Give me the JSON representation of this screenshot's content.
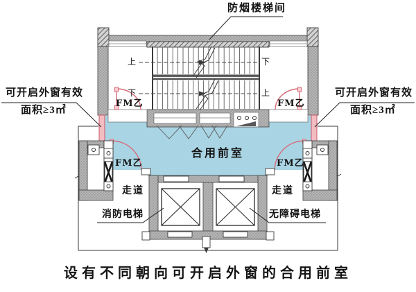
{
  "diagram": {
    "caption": "设有不同朝向可开启外窗的合用前室",
    "stairwell_label": "防烟楼梯间",
    "openable_window_note": {
      "line1": "可开启外窗有效",
      "line2": "面积≥3㎡"
    },
    "lobby_label": "合用前室",
    "corridor_label": "走道",
    "fire_elevator_label": "消防电梯",
    "accessible_elevator_label": "无障碍电梯",
    "fire_door_label": "FM乙",
    "stair_up_label": "上",
    "stair_down_label": "下"
  },
  "colors": {
    "wall_gray": "#b5b5b5",
    "speckle_dot": "#838383",
    "room_blue": "#a9d4e4",
    "door_pink": "#d96a78",
    "window_pink": "#f2bcc0",
    "hatch_bg": "#d2d2d2",
    "line_dark": "#3a3a3a",
    "text_black": "#141414"
  }
}
